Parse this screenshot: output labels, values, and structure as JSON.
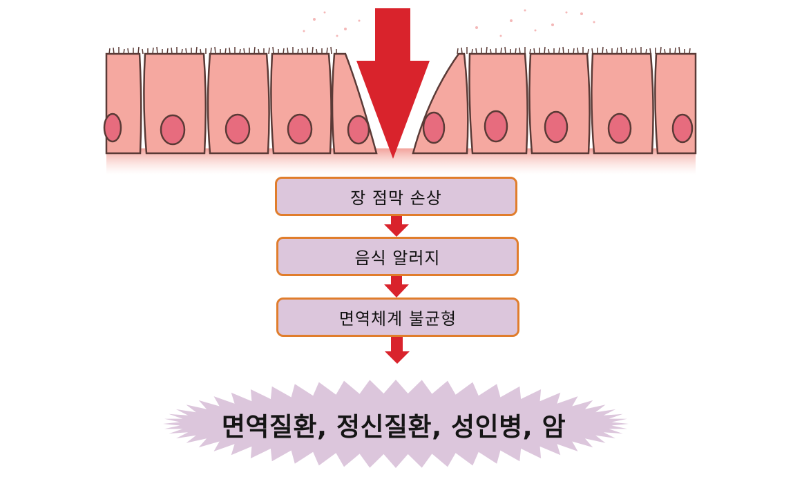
{
  "colors": {
    "cell_fill": "#f5a8a0",
    "cell_outline": "#5a3a36",
    "nucleus": "#e76c7e",
    "arrow": "#d9232c",
    "box_fill": "#dcc6dc",
    "box_border": "#e07d2c",
    "burst_fill": "#dcc6dc"
  },
  "icons": {
    "main_arrow": "down-arrow-icon",
    "connector": "small-down-arrow-icon"
  },
  "flow": {
    "steps": [
      {
        "label": "장 점막 손상"
      },
      {
        "label": "음식 알러지"
      },
      {
        "label": "면역체계 불균형"
      }
    ],
    "outcome": "면역질환, 정신질환, 성인병, 암"
  }
}
